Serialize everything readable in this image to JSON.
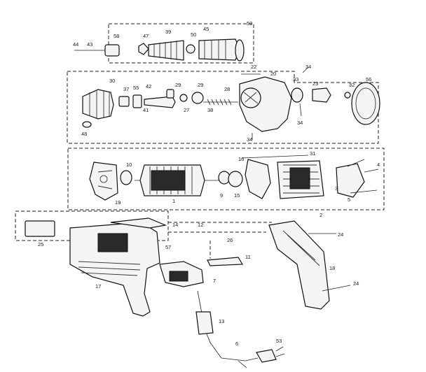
{
  "labels": {
    "l44": "44",
    "l43": "43",
    "l58": "58",
    "l47": "47",
    "l39": "39",
    "l50": "50",
    "l45": "45",
    "l59": "59",
    "l22": "22",
    "l34a": "34",
    "l20": "20",
    "l30": "30",
    "l37": "37",
    "l55": "55",
    "l42": "42",
    "l29a": "29",
    "l29b": "29",
    "l28": "28",
    "l33": "33",
    "l23": "23",
    "l32": "32",
    "l56": "56",
    "l41": "41",
    "l27": "27",
    "l38": "38",
    "l34b": "34",
    "l48": "48",
    "l34c": "34",
    "l31": "31",
    "l10": "10",
    "l19": "19",
    "l1": "1",
    "l9": "9",
    "l15": "15",
    "l16": "16",
    "l3": "3",
    "l4": "4",
    "l5": "5",
    "l2": "2",
    "l14a": "14",
    "l12": "12",
    "l24a": "24",
    "l25": "25",
    "l26": "26",
    "l57": "57",
    "l18": "18",
    "l11": "11",
    "l17": "17",
    "l7": "7",
    "l24b": "24",
    "l13": "13",
    "l53": "53",
    "l6": "6"
  },
  "colors": {
    "ink": "#111111",
    "paper": "#ffffff",
    "fill": "#f4f4f4"
  }
}
